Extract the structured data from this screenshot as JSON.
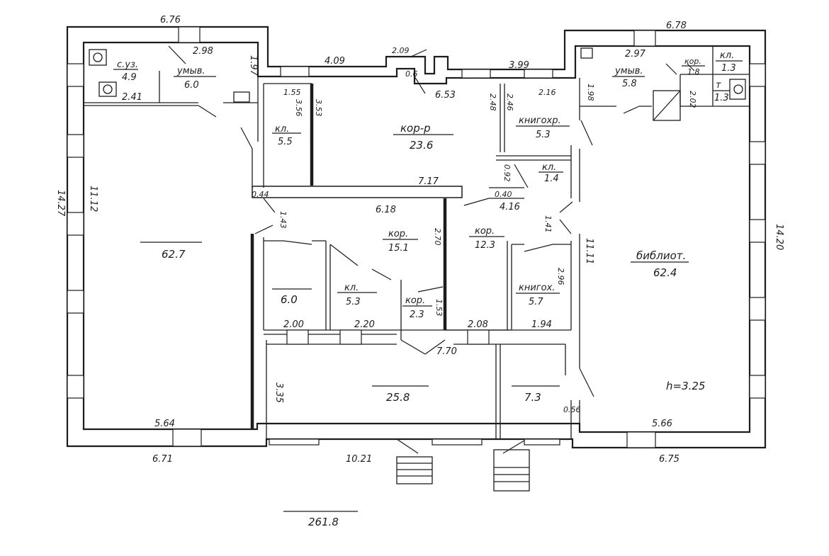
{
  "plan": {
    "total_area": "261.8",
    "height_note": "h=3.25",
    "rooms": {
      "wc_left": {
        "name": "с.уз.",
        "area": "4.9"
      },
      "wash_left": {
        "name": "умыв.",
        "area": "6.0"
      },
      "hall_left": {
        "area": "62.7"
      },
      "storage_top_left": {
        "name": "кл.",
        "area": "5.5"
      },
      "corridor_top": {
        "name": "кор-р",
        "area": "23.6"
      },
      "book_storage_top": {
        "name": "книгохр.",
        "area": "5.3"
      },
      "storage_small": {
        "name": "кл.",
        "area": "1.4"
      },
      "wash_right": {
        "name": "умыв.",
        "area": "5.8"
      },
      "corr_small": {
        "name": "кор.",
        "area": "1.8"
      },
      "storage_right": {
        "name": "кл.",
        "area": "1.3"
      },
      "wc_right": {
        "name": "т",
        "area": "1.3"
      },
      "room_mid": {
        "area": "6.0"
      },
      "storage_mid": {
        "name": "кл.",
        "area": "5.3"
      },
      "corridor_mid": {
        "name": "кор.",
        "area": "15.1"
      },
      "corr_tiny": {
        "name": "кор.",
        "area": "2.3"
      },
      "corridor_right": {
        "name": "кор.",
        "area": "12.3"
      },
      "book_storage_mid": {
        "name": "книгох.",
        "area": "5.7"
      },
      "library": {
        "name": "библиот.",
        "area": "62.4"
      },
      "hall_bottom": {
        "area": "25.8"
      },
      "room_bottom_right": {
        "area": "7.3"
      }
    },
    "dimensions": {
      "d_676": "6.76",
      "d_678": "6.78",
      "d_298": "2.98",
      "d_197": "1.97",
      "d_241": "2.41",
      "d_409": "4.09",
      "d_209": "2.09",
      "d_06": "0.6",
      "d_399": "3.99",
      "d_297": "2.97",
      "d_155": "1.55",
      "d_356": "3.56",
      "d_353": "3.53",
      "d_653": "6.53",
      "d_248": "2.48",
      "d_246": "2.46",
      "d_216": "2.16",
      "d_198": "1.98",
      "d_202": "2.02",
      "d_1427": "14.27",
      "d_1112": "11.12",
      "d_717": "7.17",
      "d_092": "0.92",
      "d_044": "0.44",
      "d_618": "6.18",
      "d_040": "0.40",
      "d_416": "4.16",
      "d_143": "1.43",
      "d_270": "2.70",
      "d_141": "1.41",
      "d_1111": "11.11",
      "d_1420": "14.20",
      "d_296": "2.96",
      "d_153": "1.53",
      "d_200": "2.00",
      "d_220": "2.20",
      "d_208": "2.08",
      "d_194": "1.94",
      "d_770": "7.70",
      "d_335": "3.35",
      "d_056": "0.56",
      "d_564": "5.64",
      "d_566": "5.66",
      "d_671": "6.71",
      "d_1021": "10.21",
      "d_675": "6.75"
    }
  }
}
